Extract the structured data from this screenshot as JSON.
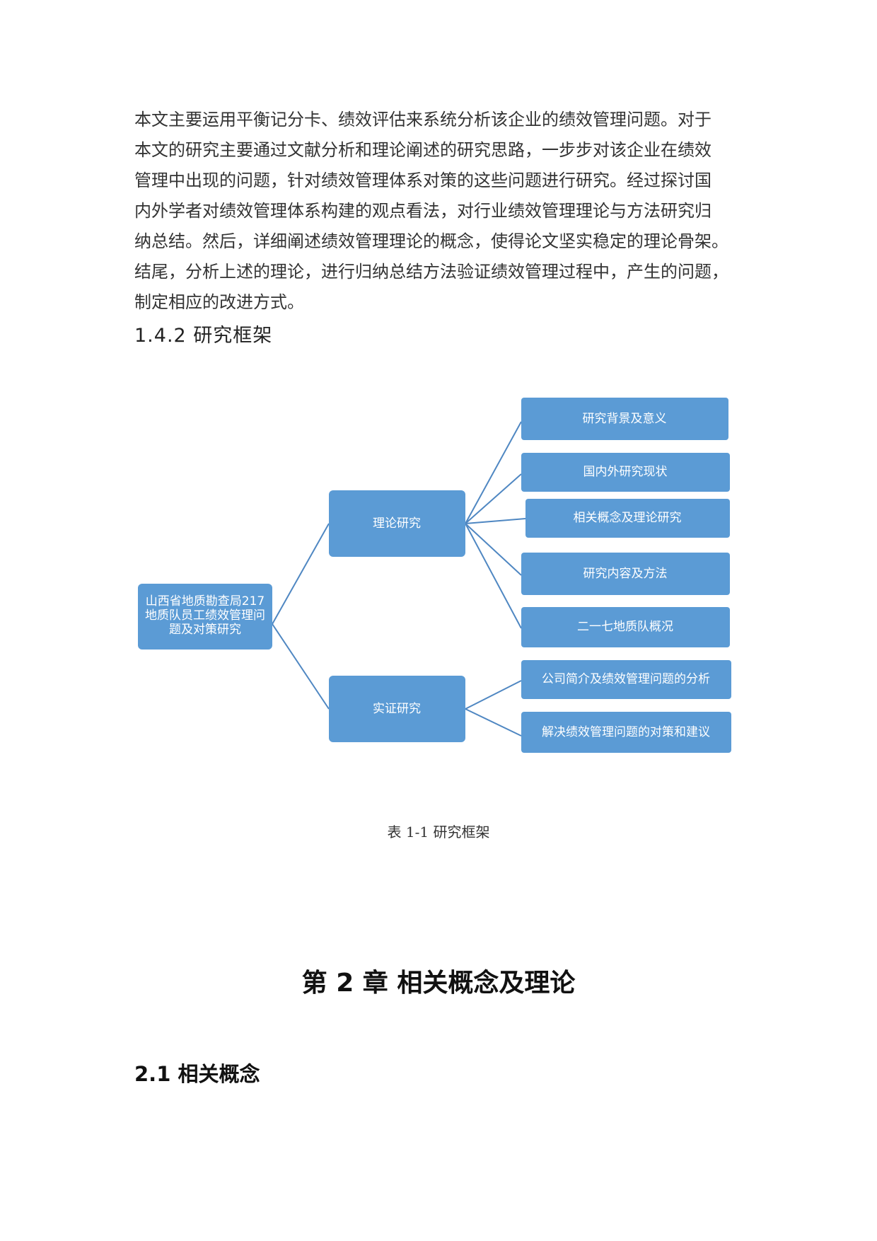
{
  "body_text": {
    "lines": [
      "本文主要运用平衡记分卡、绩效评估来系统分析该企业的绩效管理问题。对于",
      "本文的研究主要通过文献分析和理论阐述的研究思路，一步步对该企业在绩效",
      "管理中出现的问题，针对绩效管理体系对策的这些问题进行研究。经过探讨国",
      "内外学者对绩效管理体系构建的观点看法，对行业绩效管理理论与方法研究归",
      "纳总结。然后，详细阐述绩效管理理论的概念，使得论文坚实稳定的理论骨架。",
      "结尾，分析上述的理论，进行归纳总结方法验证绩效管理过程中，产生的问题，",
      "制定相应的改进方式。"
    ]
  },
  "section_heading": "1.4.2 研究框架",
  "diagram": {
    "root": [
      "山西省地质勘查局217",
      "地质队员工绩效管理问",
      "题及对策研究"
    ],
    "theory": "理论研究",
    "empirical": "实证研究",
    "theory_children": [
      "研究背景及意义",
      "国内外研究现状",
      "相关概念及理论研究",
      "研究内容及方法",
      "二一七地质队概况"
    ],
    "empirical_children": [
      "公司简介及绩效管理问题的分析",
      "解决绩效管理问题的对策和建议"
    ]
  },
  "caption": "表 1-1 研究框架",
  "chapter_title": "第 2 章  相关概念及理论",
  "subsection_heading": "2.1 相关概念"
}
